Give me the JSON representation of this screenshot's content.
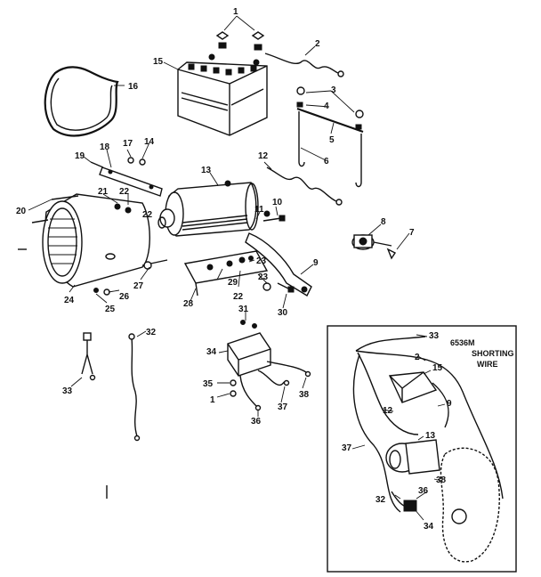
{
  "labels": {
    "l1a": "1",
    "l2": "2",
    "l3": "3",
    "l4": "4",
    "l5": "5",
    "l6": "6",
    "l7": "7",
    "l8": "8",
    "l9": "9",
    "l10": "10",
    "l11": "11",
    "l12": "12",
    "l13": "13",
    "l14": "14",
    "l15": "15",
    "l16": "16",
    "l17": "17",
    "l18": "18",
    "l19": "19",
    "l20": "20",
    "l21": "21",
    "l22a": "22",
    "l22b": "22",
    "l22c": "22",
    "l23a": "23",
    "l23b": "23",
    "l24": "24",
    "l25": "25",
    "l26": "26",
    "l27": "27",
    "l28": "28",
    "l29": "29",
    "l30": "30",
    "l31": "31",
    "l32": "32",
    "l33": "33",
    "l34": "34",
    "l35": "35",
    "l1b": "1",
    "l36": "36",
    "l37": "37",
    "l38": "38"
  },
  "inset": {
    "part_number": "6536M",
    "title_line1": "SHORTING",
    "title_line2": "WIRE",
    "labels": {
      "i33": "33",
      "i2": "2",
      "i15": "15",
      "i9": "9",
      "i12": "12",
      "i13": "13",
      "i37": "37",
      "i38": "38",
      "i36": "36",
      "i32": "32",
      "i34": "34"
    }
  }
}
